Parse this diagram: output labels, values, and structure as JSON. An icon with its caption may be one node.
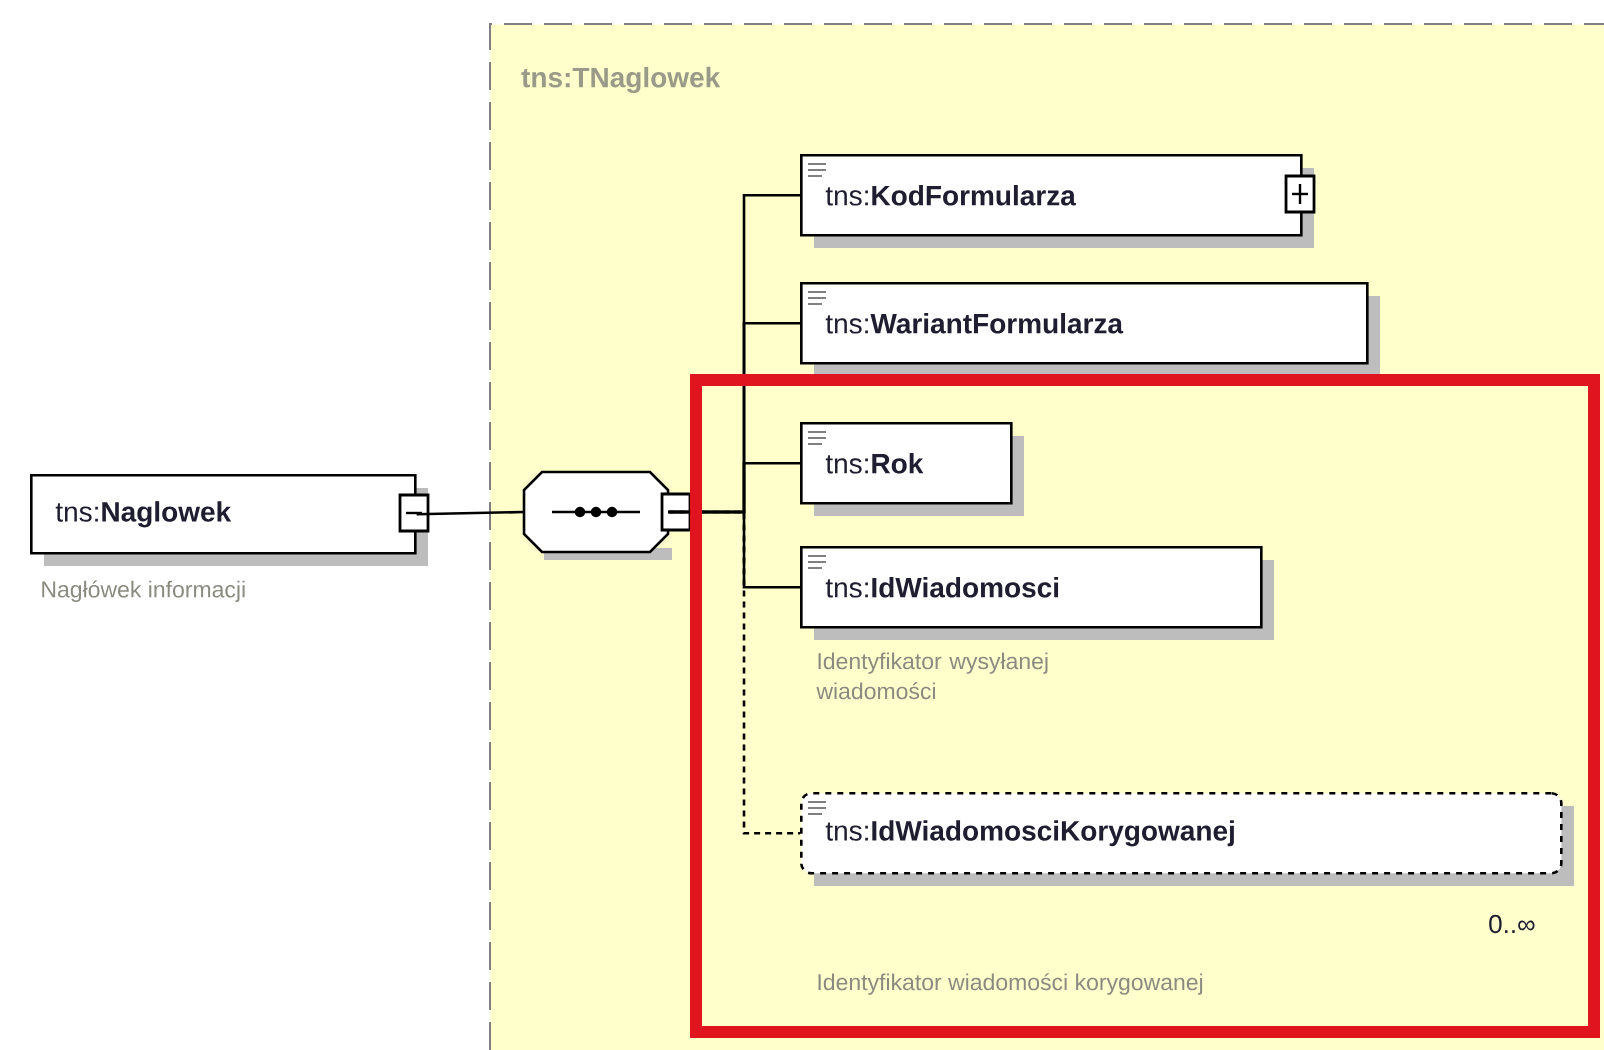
{
  "diagram": {
    "nodes": [
      {
        "text": [
          "tns:**Naglowek**"
        ],
        "beside": [
          "Nagłówek informacji"
        ]
      },
      {
        "text": [
          "tns:TNaglowek"
        ]
      },
      {
        "text": [],
        "shape": "octagon",
        "in": 1
      },
      {
        "text": [
          "tns:**KodFormularza**"
        ],
        "in": 1
      },
      {
        "text": [
          "tns:**WariantFormularza**"
        ],
        "in": 1
      },
      {
        "text": [
          "tns:**Rok**"
        ],
        "in": 1
      },
      {
        "text": [
          "tns:**IdWiadomosci**"
        ],
        "in": 1,
        "beside": [
          "Identyfikator wysyłanej wiadomości"
        ]
      },
      {
        "text": [
          "tns:**IdWiadomosciKorygowanej**"
        ],
        "in": 1,
        "beside": [
          "0..∞",
          "Identyfikator wiadomości korygowanej"
        ]
      }
    ],
    "edges": [
      {
        "from": 0,
        "to": 2,
        "arrow": "none"
      },
      {
        "from": 2,
        "to": 3,
        "arrow": "none"
      },
      {
        "from": 2,
        "to": 4,
        "arrow": "none"
      },
      {
        "from": 2,
        "to": 5,
        "arrow": "none"
      },
      {
        "from": 2,
        "to": 6,
        "arrow": "none"
      },
      {
        "from": 2,
        "to": 7,
        "arrow": "none",
        "style": "dashed"
      }
    ]
  }
}
